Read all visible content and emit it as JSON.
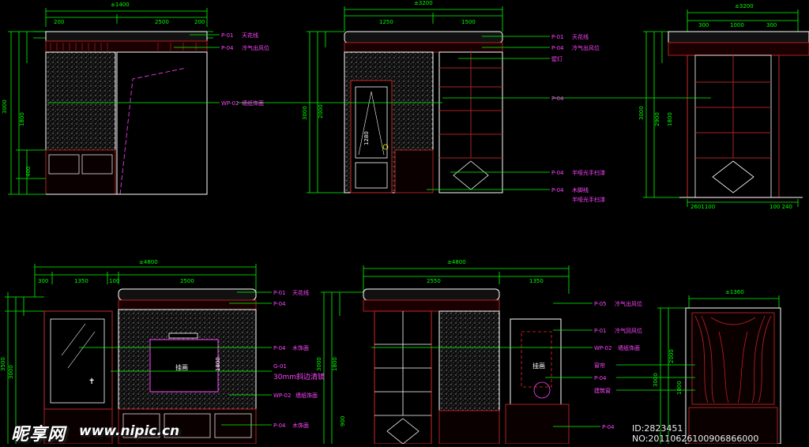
{
  "panels": [
    {
      "id": "p1",
      "dims_top": [
        "±1400"
      ],
      "dims_sub": [
        "200",
        "2500",
        "200"
      ],
      "callouts": [
        {
          "tag": "P-01",
          "text": "天花线"
        },
        {
          "tag": "P-04",
          "text": "冷气出风位"
        },
        {
          "tag": "WP-02",
          "text": "墙纸饰面"
        }
      ],
      "side_dims": [
        "3000",
        "1800",
        "400"
      ]
    },
    {
      "id": "p2",
      "dims_top": [
        "±3200"
      ],
      "dims_sub": [
        "1250",
        "1500"
      ],
      "callouts": [
        {
          "tag": "P-01",
          "text": "天花线"
        },
        {
          "tag": "P-04",
          "text": "冷气出风位"
        },
        {
          "tag": "",
          "text": "壁灯"
        },
        {
          "tag": "P-04",
          "text": ""
        },
        {
          "tag": "P-04",
          "text": "半哑光手扫漆"
        },
        {
          "tag": "P-04",
          "text": "木脚线"
        },
        {
          "tag": "",
          "text": "半哑光手扫漆"
        }
      ],
      "side_dims": [
        "3000",
        "2000",
        "1280"
      ]
    },
    {
      "id": "p3",
      "dims_top": [
        "±3200"
      ],
      "dims_sub": [
        "300",
        "1000",
        "300"
      ],
      "dims_bottom": [
        "2601100",
        "100 240"
      ],
      "side_dims": [
        "3000",
        "2900",
        "1800"
      ]
    },
    {
      "id": "p4",
      "dims_top": [
        "±4800"
      ],
      "dims_sub": [
        "300",
        "1350",
        "100",
        "2500"
      ],
      "callouts": [
        {
          "tag": "P-01",
          "text": "天花线"
        },
        {
          "tag": "P-04",
          "text": ""
        },
        {
          "tag": "P-04",
          "text": "木饰面"
        },
        {
          "tag": "G-01",
          "text": "30mm斜边清镜"
        },
        {
          "tag": "WP-02",
          "text": "墙纸饰面"
        },
        {
          "tag": "P-04",
          "text": "木饰面"
        }
      ],
      "labels": [
        "挂画"
      ],
      "side_dims": [
        "3500",
        "3000",
        "1800"
      ]
    },
    {
      "id": "p5",
      "dims_top": [
        "±4800"
      ],
      "dims_sub": [
        "2550",
        "1350"
      ],
      "callouts": [
        {
          "tag": "P-05",
          "text": "冷气出风位"
        },
        {
          "tag": "P-01",
          "text": "冷气回风位"
        },
        {
          "tag": "WP-02",
          "text": "墙纸饰面"
        },
        {
          "tag": "",
          "text": "窗帘"
        },
        {
          "tag": "P-04",
          "text": ""
        },
        {
          "tag": "",
          "text": "建筑窗"
        },
        {
          "tag": "P-04",
          "text": ""
        }
      ],
      "labels": [
        "挂画"
      ],
      "side_dims": [
        "3000",
        "1800",
        "900"
      ]
    },
    {
      "id": "p6",
      "dims_top": [
        "±1360"
      ],
      "side_dims": [
        "3000",
        "2000",
        "1800"
      ]
    }
  ],
  "watermark": {
    "logo": "昵享网",
    "url": "www.nipic.cn",
    "id": "ID:2823451 NO:20110626100906866000"
  },
  "colors": {
    "background": "#000000",
    "dim_lines": "#00ff00",
    "text_magenta": "#ff44ff",
    "outline_white": "#ffffff",
    "wood_red": "#aa2222",
    "hatch": "#808080"
  }
}
